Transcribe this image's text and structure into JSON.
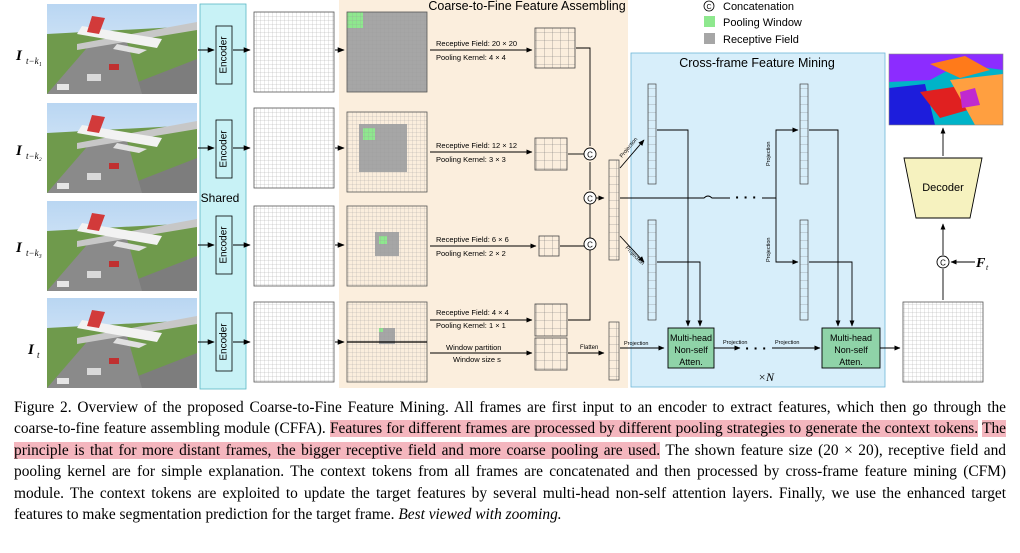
{
  "figure": {
    "frame_labels": [
      {
        "base": "I",
        "sub": "t−k₁"
      },
      {
        "base": "I",
        "sub": "t−k₂"
      },
      {
        "base": "I",
        "sub": "t−k₃"
      },
      {
        "base": "I",
        "sub": "t"
      }
    ],
    "encoder_label": "Encoder",
    "shared_label": "Shared",
    "cffa_title": "Coarse-to-Fine Feature Assembling",
    "cfm_title": "Cross-frame Feature Mining",
    "legend": {
      "concat_symbol": "C",
      "concat": "Concatenation",
      "pooling_window": "Pooling Window",
      "receptive_field": "Receptive Field",
      "pooling_color": "#8ee88e",
      "receptive_color": "#a6a6a6"
    },
    "branches": [
      {
        "rf": "Receptive Field: 20 × 20",
        "pk": "Pooling Kernel: 4 × 4"
      },
      {
        "rf": "Receptive Field: 12 × 12",
        "pk": "Pooling Kernel: 3 × 3"
      },
      {
        "rf": "Receptive Field: 6 × 6",
        "pk": "Pooling Kernel: 2 × 2"
      },
      {
        "rf": "Receptive Field: 4 × 4",
        "pk": "Pooling Kernel: 1 × 1"
      }
    ],
    "window_partition": "Window partition",
    "window_size": "Window size s",
    "flatten": "Flatten",
    "projection": "Projection",
    "dots": "· · ·",
    "attn_label": [
      "Multi-head",
      "Non-self",
      "Atten."
    ],
    "times_n": "×N",
    "decoder_label": "Decoder",
    "ft_label": "F",
    "ft_sub": "t",
    "colors": {
      "cffa_bg": "#fbeedd",
      "cfm_bg": "#d7eefa",
      "encoder_bg": "#c8f2f6",
      "attn_bg": "#8fd3a8",
      "decoder_bg": "#f6f2bf"
    }
  },
  "caption": {
    "p1": "Figure 2.  Overview of the proposed Coarse-to-Fine Feature Mining.  All frames are first input to an encoder to extract features, which then go through the coarse-to-fine feature assembling module (CFFA). ",
    "hl1": "Features for different frames are processed by different pooling strategies to generate the context tokens.",
    "hl2": "The principle is that for more distant frames, the bigger receptive field and more coarse pooling are used.",
    "p2": " The shown feature size (20 × 20), receptive field and pooling kernel are for simple explanation.  The context tokens from all frames are concatenated and then processed by cross-frame feature mining (CFM) module. The context tokens are exploited to update the target features by several multi-head non-self attention layers. Finally, we use the enhanced target features to make segmentation prediction for the target frame. ",
    "italic": "Best viewed with zooming."
  }
}
